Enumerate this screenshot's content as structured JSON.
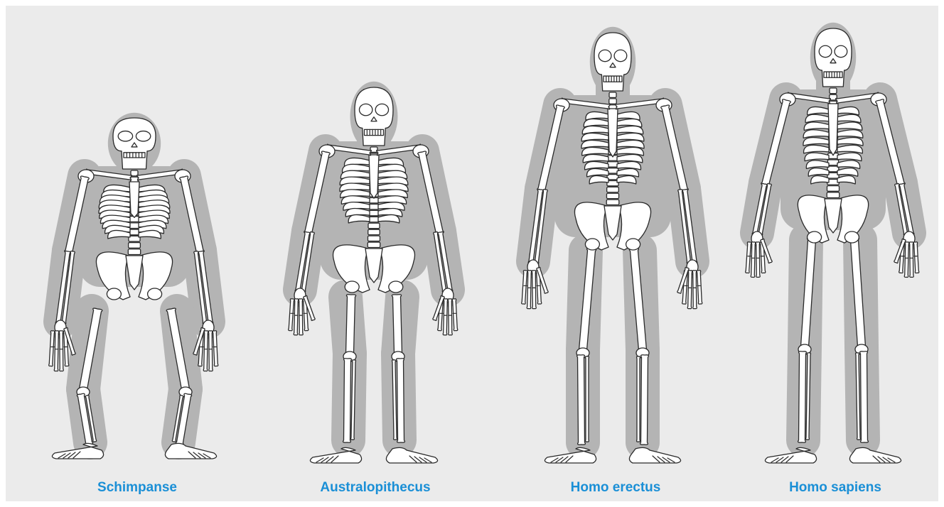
{
  "colors": {
    "background": "#ebebeb",
    "label": "#1a8fd6",
    "bone_fill": "#ffffff",
    "bone_outline": "#2a2a2a",
    "body_shadow": "#b4b4b4"
  },
  "figures": [
    {
      "id": "chimp",
      "label": "Schimpanse"
    },
    {
      "id": "australopithecus",
      "label": "Australopithecus"
    },
    {
      "id": "erectus",
      "label": "Homo erectus"
    },
    {
      "id": "sapiens",
      "label": "Homo sapiens"
    }
  ]
}
